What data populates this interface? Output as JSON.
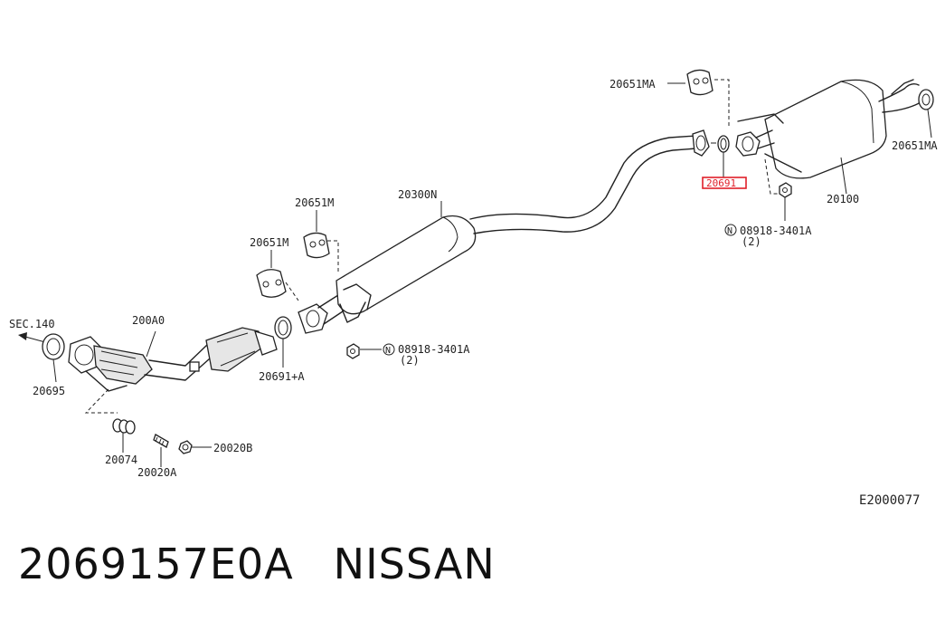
{
  "labels": {
    "sec140": "SEC.140",
    "p200A0": "200A0",
    "p20695": "20695",
    "p20074": "20074",
    "p20020A": "20020A",
    "p20020B": "20020B",
    "p20691A": "20691+A",
    "p20651M_upper": "20651M",
    "p20651M_lower": "20651M",
    "p20300N": "20300N",
    "p08918_lower": "08918-3401A",
    "p08918_lower_qty": "(2)",
    "p20651MA_top": "20651MA",
    "p20651MA_right": "20651MA",
    "p20691_highlight": "20691",
    "p20100": "20100",
    "p08918_upper": "08918-3401A",
    "p08918_upper_qty": "(2)",
    "nut_symbol": "N"
  },
  "diagram_code": "E2000077",
  "caption": {
    "part_number": "2069157E0A",
    "brand": "NISSAN"
  },
  "colors": {
    "highlight": "#e0202a",
    "line": "#222222"
  }
}
